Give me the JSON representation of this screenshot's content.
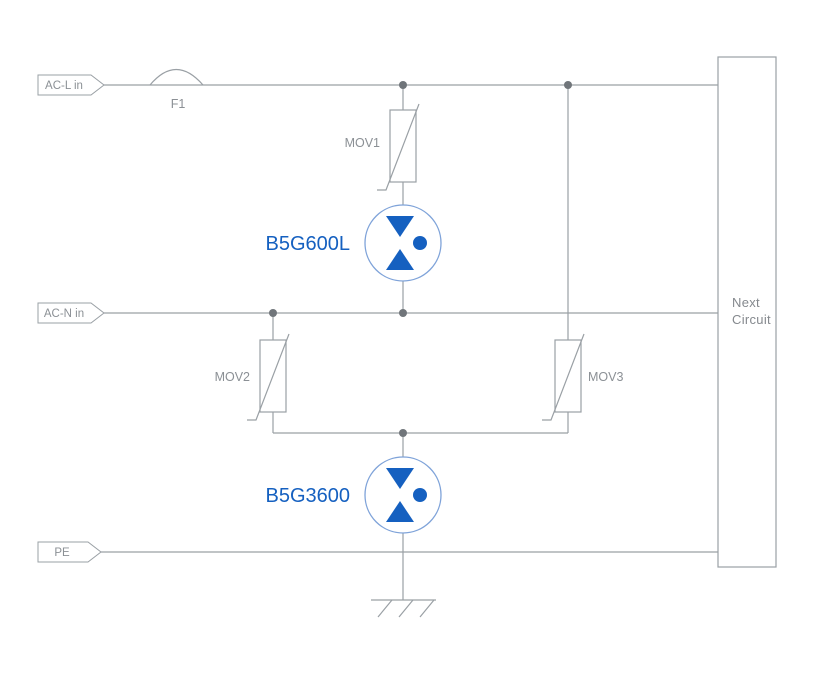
{
  "colors": {
    "wire_gray": "#9aa0a5",
    "label_gray": "#8b9095",
    "accent_blue": "#1560c0",
    "gdt_circle_blue": "#7fa3d9",
    "junction_gray": "#70757a"
  },
  "terminals": {
    "ac_l": "AC-L in",
    "ac_n": "AC-N in",
    "pe": "PE"
  },
  "components": {
    "fuse": "F1",
    "mov1": "MOV1",
    "mov2": "MOV2",
    "mov3": "MOV3",
    "gdt_top": "B5G600L",
    "gdt_bottom": "B5G3600"
  },
  "next_circuit": {
    "line1": "Next",
    "line2": "Circuit"
  }
}
